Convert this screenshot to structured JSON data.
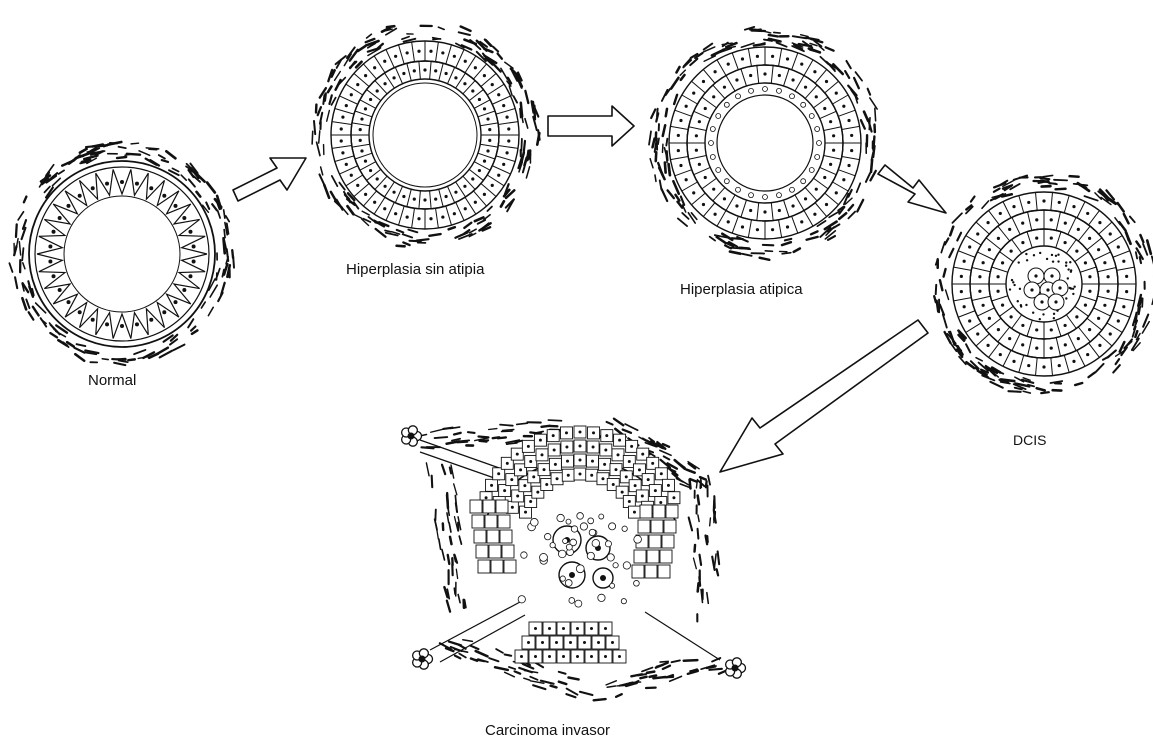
{
  "stages": {
    "normal": "Normal",
    "hyperplasia": "Hiperplasia sin atipia",
    "atypical": "Hiperplasia atipica",
    "dcis": "DCIS",
    "invasive": "Carcinoma invasor"
  },
  "colors": {
    "ink": "#111111",
    "paper": "#ffffff"
  }
}
